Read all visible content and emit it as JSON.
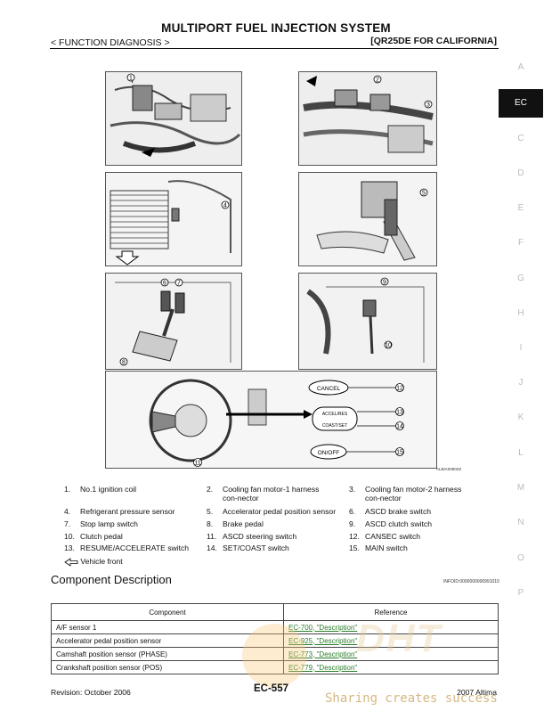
{
  "header": {
    "title": "MULTIPORT FUEL INJECTION SYSTEM",
    "section": "< FUNCTION DIAGNOSIS >",
    "model": "[QR25DE FOR CALIFORNIA]"
  },
  "side_index": [
    "A",
    "EC",
    "C",
    "D",
    "E",
    "F",
    "G",
    "H",
    "I",
    "J",
    "K",
    "L",
    "M",
    "N",
    "O",
    "P"
  ],
  "side_index_active": "EC",
  "figure": {
    "code": "ALBIA0080ZZ",
    "switch_labels": {
      "cancel": "CANCEL",
      "resume": "ACCEL/RES",
      "coast": "COAST/SET",
      "onoff": "ON/OFF"
    },
    "callouts": [
      "1",
      "2",
      "3",
      "4",
      "5",
      "6",
      "7",
      "8",
      "9",
      "10",
      "11",
      "12",
      "13",
      "14",
      "15"
    ]
  },
  "legend": [
    {
      "num": "1.",
      "text": "No.1 ignition coil"
    },
    {
      "num": "2.",
      "text": "Cooling fan motor-1 harness con-nector"
    },
    {
      "num": "3.",
      "text": "Cooling fan motor-2 harness con-nector"
    },
    {
      "num": "4.",
      "text": "Refrigerant pressure sensor"
    },
    {
      "num": "5.",
      "text": "Accelerator pedal position sensor"
    },
    {
      "num": "6.",
      "text": "ASCD brake switch"
    },
    {
      "num": "7.",
      "text": "Stop lamp switch"
    },
    {
      "num": "8.",
      "text": "Brake pedal"
    },
    {
      "num": "9.",
      "text": "ASCD clutch switch"
    },
    {
      "num": "10.",
      "text": "Clutch pedal"
    },
    {
      "num": "11.",
      "text": "ASCD steering switch"
    },
    {
      "num": "12.",
      "text": "CANSEC switch"
    },
    {
      "num": "13.",
      "text": "RESUME/ACCELERATE switch"
    },
    {
      "num": "14.",
      "text": "SET/COAST switch"
    },
    {
      "num": "15.",
      "text": "MAIN switch"
    }
  ],
  "vehicle_front": "Vehicle front",
  "component_description": {
    "heading": "Component Description",
    "info_code": "INFOID:0000000000991010",
    "columns": [
      "Component",
      "Reference"
    ],
    "rows": [
      {
        "component": "A/F sensor 1",
        "reference": "EC-700, \"Description\""
      },
      {
        "component": "Accelerator pedal position sensor",
        "reference": "EC-925, \"Description\""
      },
      {
        "component": "Camshaft position sensor (PHASE)",
        "reference": "EC-773, \"Description\""
      },
      {
        "component": "Crankshaft position sensor (POS)",
        "reference": "EC-779, \"Description\""
      }
    ]
  },
  "footer": {
    "revision": "Revision: October 2006",
    "page": "EC-557",
    "vehicle": "2007 Altima"
  },
  "watermark": {
    "logo": "DHT",
    "text": "Sharing creates success"
  }
}
